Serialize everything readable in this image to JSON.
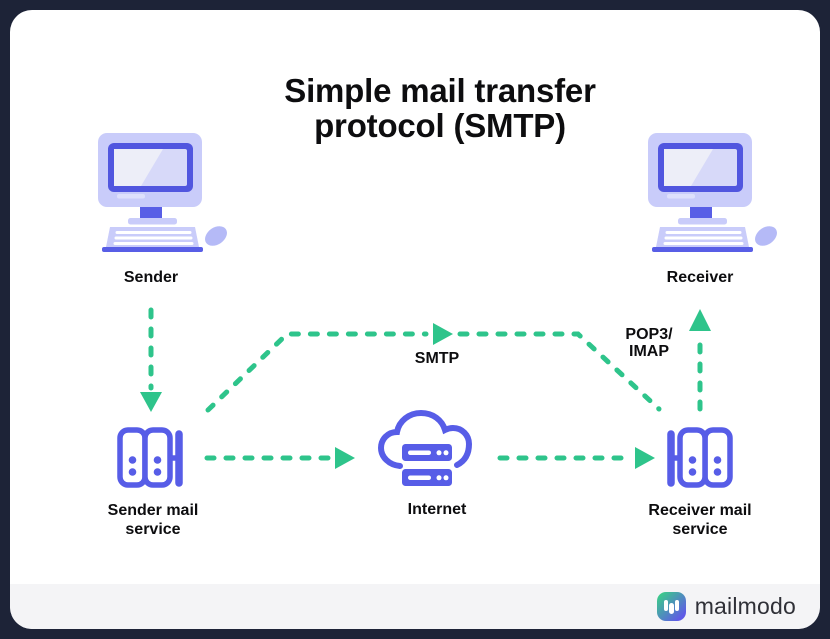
{
  "title": {
    "text": "Simple mail transfer\nprotocol (SMTP)"
  },
  "nodes": {
    "sender": {
      "label": "Sender"
    },
    "receiver": {
      "label": "Receiver"
    },
    "sender_service": {
      "label": "Sender mail\nservice"
    },
    "internet": {
      "label": "Internet"
    },
    "receiver_service": {
      "label": "Receiver mail\nservice"
    }
  },
  "edge_labels": {
    "smtp": "SMTP",
    "pop3": "POP3/\nIMAP"
  },
  "footer": {
    "brand": "mailmodo"
  },
  "icons": [
    "desktop-computer-icon",
    "mail-server-icon",
    "internet-cloud-icon",
    "mailmodo-logo-icon"
  ],
  "colors": {
    "arrow_green": "#2EC48B",
    "icon_purple": "#575DE7",
    "icon_lavender": "#C9CCFA",
    "frame_navy": "#1D2337",
    "footer_gray": "#F4F4F6",
    "logo_gradient_start": "#3CC98C",
    "logo_gradient_end": "#5F5BE6",
    "text_dark": "#0D0D0F"
  }
}
